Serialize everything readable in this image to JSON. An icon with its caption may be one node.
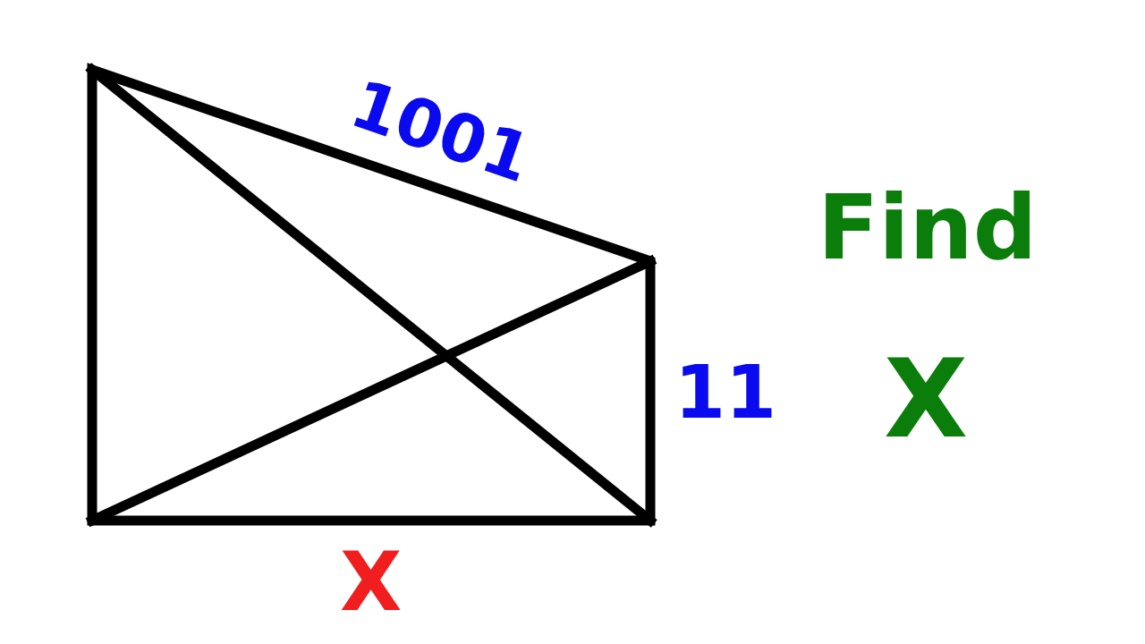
{
  "diagram": {
    "labels": [
      "1001",
      "Find",
      "11",
      "X",
      "X"
    ]
  }
}
